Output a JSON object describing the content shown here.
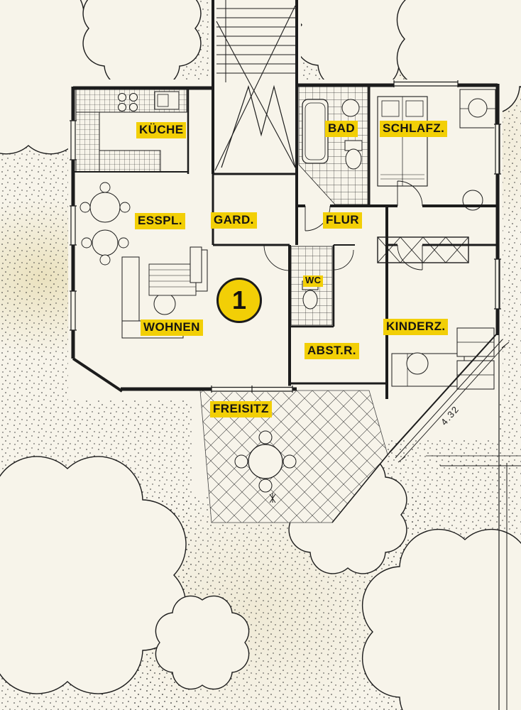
{
  "document": {
    "type": "floor-plan-scan"
  },
  "colors": {
    "paper": "#f7f4ea",
    "ink": "#1c1c1c",
    "highlight": "#f2cf06"
  },
  "labels": {
    "kueche": "KÜCHE",
    "bad": "BAD",
    "schlafz": "SCHLAFZ.",
    "esspl": "ESSPL.",
    "gard": "GARD.",
    "flur": "FLUR",
    "wc": "WC",
    "wohnen": "WOHNEN",
    "abstr": "ABST.R.",
    "kinderz": "KINDERZ.",
    "freisitz": "FREISITZ"
  },
  "unit": {
    "number": "1"
  },
  "dimensions": {
    "diagonal": "4.32"
  }
}
